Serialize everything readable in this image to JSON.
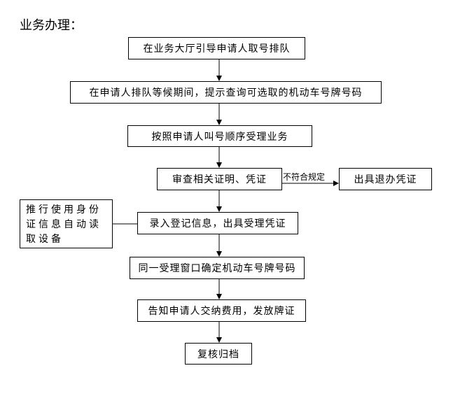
{
  "title": "业务办理：",
  "steps": [
    "在业务大厅引导申请人取号排队",
    "在申请人排队等候期间，提示查询可选取的机动车号牌号码",
    "按照申请人叫号顺序受理业务",
    "审查相关证明、凭证",
    "录入登记信息，出具受理凭证",
    "同一受理窗口确定机动车号牌号码",
    "告知申请人交纳费用，发放牌证",
    "复核归档"
  ],
  "reject": {
    "condition": "不符合规定",
    "result": "出具退办凭证"
  },
  "side_note": "推行使用身份证信息自动读取设备"
}
